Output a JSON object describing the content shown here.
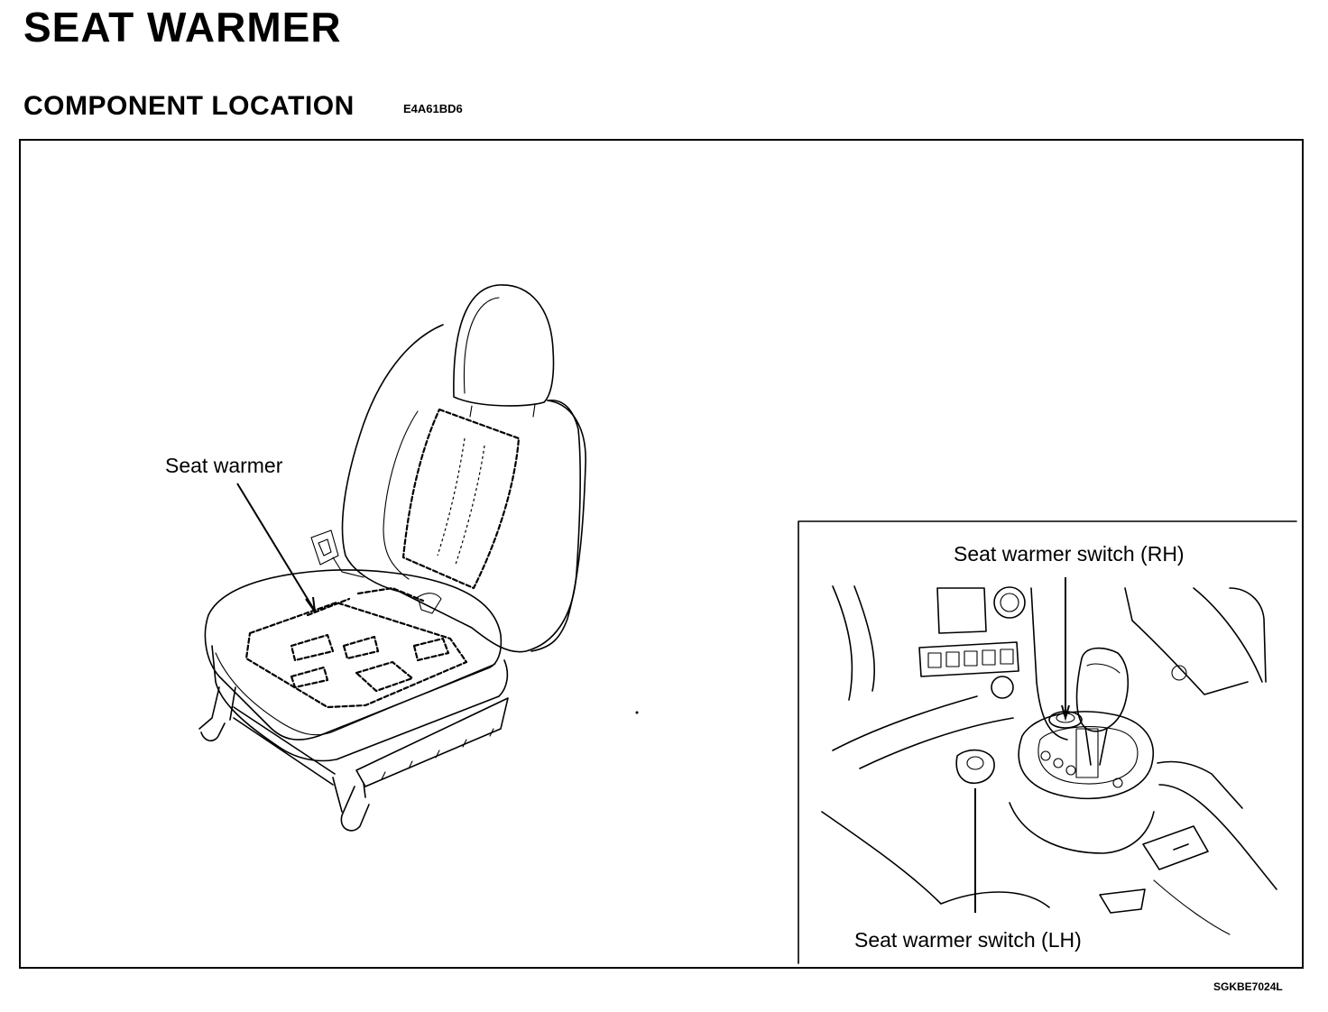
{
  "header": {
    "title": "SEAT WARMER",
    "section_title": "COMPONENT LOCATION",
    "section_code": "E4A61BD6"
  },
  "figure": {
    "labels": {
      "seat_warmer": "Seat warmer",
      "switch_rh": "Seat warmer switch (RH)",
      "switch_lh": "Seat warmer switch (LH)"
    },
    "code": "SGKBE7024L"
  }
}
